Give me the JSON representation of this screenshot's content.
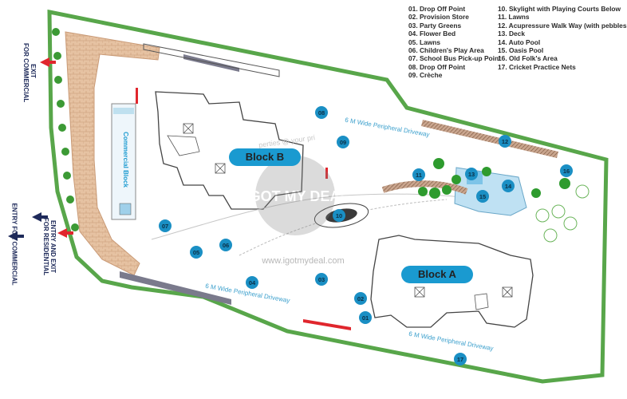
{
  "legend": [
    "01. Drop Off Point",
    "02. Provision Store",
    "03. Party Greens",
    "04. Flower Bed",
    "05. Lawns",
    "06. Children's Play Area",
    "07. School Bus Pick-up Point",
    "08. Drop Off Point",
    "09. Crèche",
    "10. Skylight with Playing Courts Below",
    "11. Lawns",
    "12. Acupressure Walk Way (with pebbles",
    "13. Deck",
    "14. Auto Pool",
    "15. Oasis Pool",
    "16. Old Folk's Area",
    "17. Cricket Practice Nets"
  ],
  "blocks": {
    "block_a": "Block A",
    "block_b": "Block B",
    "commercial": "Commercial Block"
  },
  "roads": {
    "top": "6 M Wide Peripheral Driveway",
    "left": "6 M Wide Peripheral Driveway",
    "bottom": "6 M Wide Peripheral Driveway"
  },
  "side_labels": {
    "exit_commercial": [
      "EXIT",
      "FOR COMMERCIAL"
    ],
    "entry_exit_residential": [
      "ENTRY AND EXIT",
      "FOR RESIDENTIAL"
    ],
    "entry_commercial": [
      "ENTRY FOR COMMERCIAL"
    ]
  },
  "watermark": {
    "brand": "I GOT MY DEAL",
    "url": "www.igotmydeal.com",
    "fragment": "perties @ your pri"
  },
  "markers": [
    "01",
    "02",
    "03",
    "04",
    "05",
    "06",
    "07",
    "08",
    "09",
    "10",
    "11",
    "12",
    "13",
    "14",
    "15",
    "16",
    "17"
  ],
  "colors": {
    "marker": "#1a8fc4",
    "block_label": "#1a9ad0",
    "lawn": "#2e9b2e",
    "road_text": "#3a9fcc",
    "arrow_red": "#e0262d",
    "arrow_navy": "#1e2a5a"
  }
}
